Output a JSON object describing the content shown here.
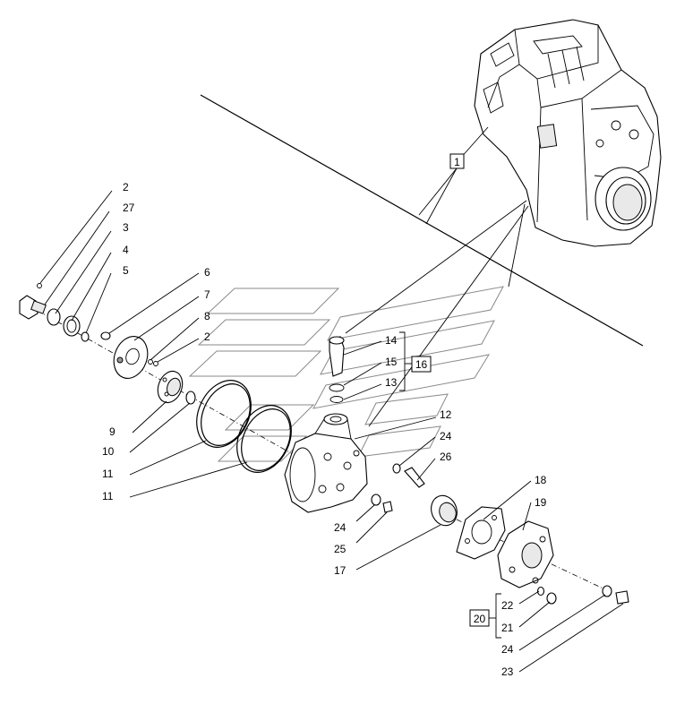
{
  "diagram": {
    "type": "exploded-parts-view",
    "callouts": [
      {
        "id": "1",
        "boxed": true
      },
      {
        "id": "2"
      },
      {
        "id": "27"
      },
      {
        "id": "3"
      },
      {
        "id": "4"
      },
      {
        "id": "5"
      },
      {
        "id": "6"
      },
      {
        "id": "7"
      },
      {
        "id": "8"
      },
      {
        "id": "2"
      },
      {
        "id": "9"
      },
      {
        "id": "10"
      },
      {
        "id": "11"
      },
      {
        "id": "11"
      },
      {
        "id": "14"
      },
      {
        "id": "15"
      },
      {
        "id": "13",
        "boxed": true
      },
      {
        "id": "16"
      },
      {
        "id": "12"
      },
      {
        "id": "24"
      },
      {
        "id": "26"
      },
      {
        "id": "24"
      },
      {
        "id": "25"
      },
      {
        "id": "17"
      },
      {
        "id": "18"
      },
      {
        "id": "19"
      },
      {
        "id": "22"
      },
      {
        "id": "20",
        "boxed": true
      },
      {
        "id": "21"
      },
      {
        "id": "24"
      },
      {
        "id": "23"
      }
    ]
  }
}
